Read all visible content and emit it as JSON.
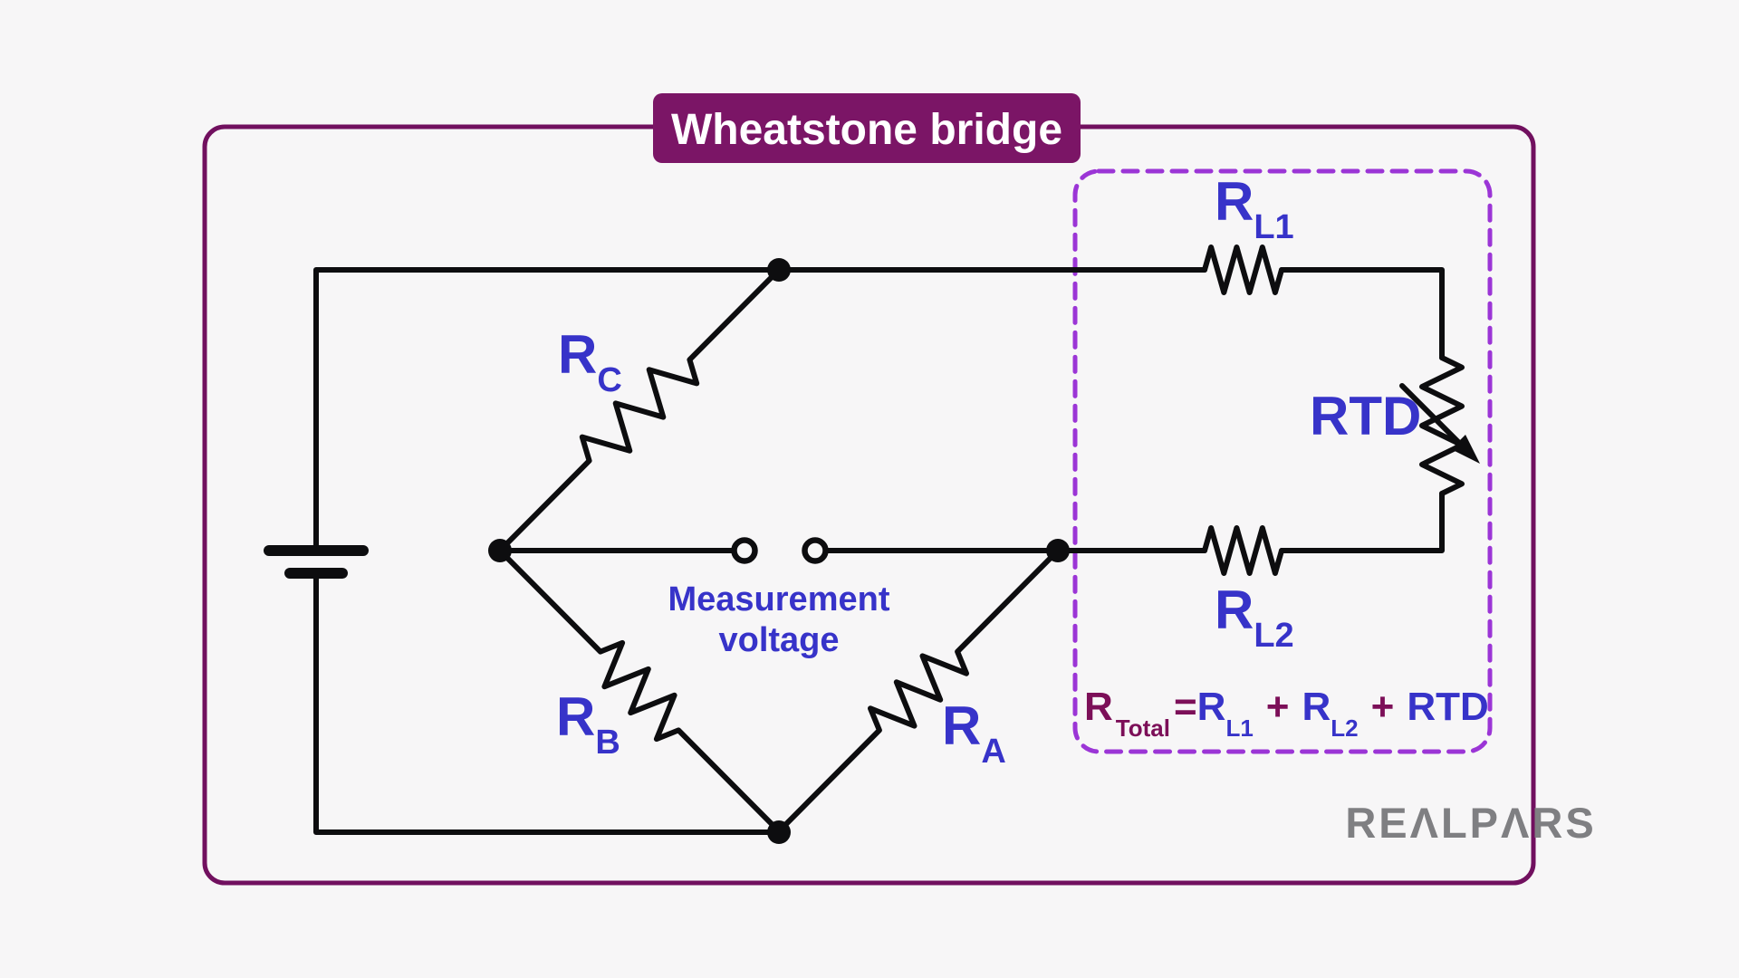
{
  "title": {
    "badge_label": "Wheatstone bridge"
  },
  "colors": {
    "bg": "#f7f6f7",
    "frame": "#71105f",
    "badge": "#7b1566",
    "dashed": "#9b35d6",
    "blue": "#3733c9",
    "maroon": "#7c0f58",
    "wire": "#0d0d0f",
    "logo_gray": "#7f7f82"
  },
  "labels": {
    "rc": {
      "base": "R",
      "sub": "C"
    },
    "rb": {
      "base": "R",
      "sub": "B"
    },
    "ra": {
      "base": "R",
      "sub": "A"
    },
    "rl1": {
      "base": "R",
      "sub": "L1"
    },
    "rl2": {
      "base": "R",
      "sub": "L2"
    },
    "rtd": "RTD",
    "measurement": {
      "line1": "Measurement",
      "line2": "voltage"
    }
  },
  "formula": {
    "r": "R",
    "total_sub": "Total",
    "equals": "=",
    "rl1_base": "R",
    "rl1_sub": "L1",
    "plus1": "+",
    "rl2_base": "R",
    "rl2_sub": "L2",
    "plus2": "+",
    "rtd": "RTD"
  },
  "logo": {
    "name": "REALPARS",
    "display": "REΛLPΛRS"
  }
}
